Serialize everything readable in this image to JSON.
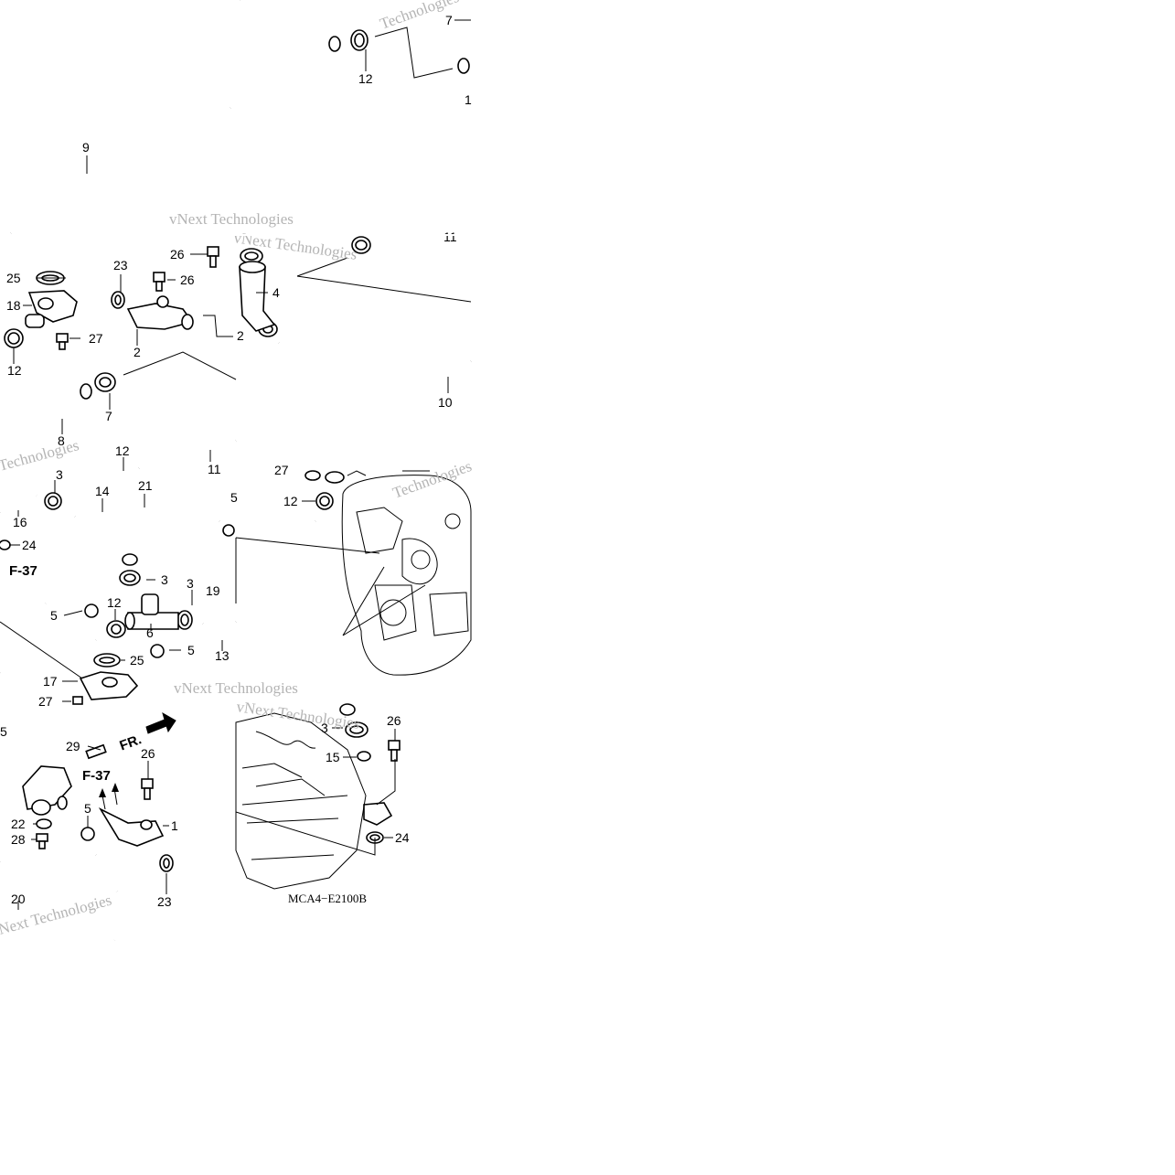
{
  "diagram": {
    "code": "MCA4−E2100B",
    "watermarks": [
      "Technologies",
      "vNext Technologies",
      "vNext Technologies",
      "Technologies",
      "vNext Technologies",
      "vNext Technologies",
      "Technologies",
      "Next Technologies"
    ],
    "refs": [
      "F-37",
      "F-37"
    ],
    "direction": "FR.",
    "callouts": [
      {
        "label": "7"
      },
      {
        "label": "12"
      },
      {
        "label": "1"
      },
      {
        "label": "9"
      },
      {
        "label": "26"
      },
      {
        "label": "11"
      },
      {
        "label": "25"
      },
      {
        "label": "23"
      },
      {
        "label": "26"
      },
      {
        "label": "4"
      },
      {
        "label": "18"
      },
      {
        "label": "2"
      },
      {
        "label": "2"
      },
      {
        "label": "27"
      },
      {
        "label": "12"
      },
      {
        "label": "10"
      },
      {
        "label": "7"
      },
      {
        "label": "8"
      },
      {
        "label": "12"
      },
      {
        "label": "11"
      },
      {
        "label": "3"
      },
      {
        "label": "14"
      },
      {
        "label": "21"
      },
      {
        "label": "5"
      },
      {
        "label": "27"
      },
      {
        "label": "12"
      },
      {
        "label": "16"
      },
      {
        "label": "24"
      },
      {
        "label": "3"
      },
      {
        "label": "3"
      },
      {
        "label": "19"
      },
      {
        "label": "5"
      },
      {
        "label": "12"
      },
      {
        "label": "6"
      },
      {
        "label": "5"
      },
      {
        "label": "25"
      },
      {
        "label": "13"
      },
      {
        "label": "17"
      },
      {
        "label": "27"
      },
      {
        "label": "5"
      },
      {
        "label": "29"
      },
      {
        "label": "26"
      },
      {
        "label": "3"
      },
      {
        "label": "26"
      },
      {
        "label": "15"
      },
      {
        "label": "5"
      },
      {
        "label": "1"
      },
      {
        "label": "22"
      },
      {
        "label": "28"
      },
      {
        "label": "24"
      },
      {
        "label": "23"
      },
      {
        "label": "20"
      }
    ]
  }
}
